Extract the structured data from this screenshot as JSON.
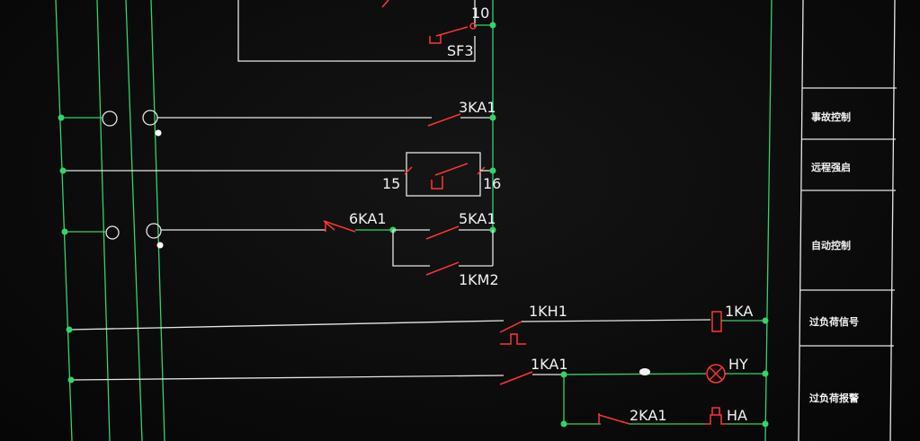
{
  "diagram": {
    "contact_labels": {
      "sf3": "SF3",
      "n10": "10",
      "ka3": "3KA1",
      "n15": "15",
      "n16": "16",
      "ka6": "6KA1",
      "ka5": "5KA1",
      "km2": "1KM2",
      "kh1": "1KH1",
      "coil": "1KA",
      "ka1": "1KA1",
      "lamp": "HY",
      "ka2": "2KA1",
      "horn": "HA"
    },
    "side_column": {
      "accident_control": "事故控制",
      "remote_start": "远程强启",
      "auto_control": "自动控制",
      "overload_signal": "过负荷信号",
      "overload_alarm": "过负荷报警"
    },
    "colors": {
      "bus_line": "#33d36a",
      "wire": "#e6e6e6",
      "contact": "#ff3434",
      "background": "#0b0b0b"
    }
  }
}
